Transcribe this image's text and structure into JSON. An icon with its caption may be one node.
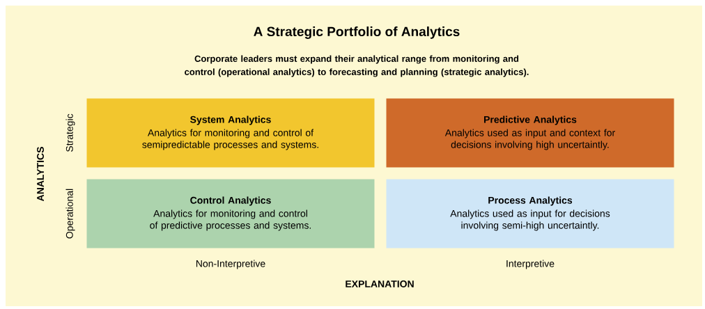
{
  "diagram": {
    "title": "A Strategic Portfolio of Analytics",
    "nodes": [
      {
        "text": [
          "System Analytics",
          "Analytics for monitoring and control of semipredictable processes and systems."
        ]
      },
      {
        "text": [
          "Predictive Analytics",
          "Analytics used as input and context for decisions involving high uncertaintly."
        ]
      },
      {
        "text": [
          "Control Analytics",
          "Analytics for monitoring and control of predictive processes and systems."
        ]
      },
      {
        "text": [
          "Process Analytics",
          "Analytics used as input for decisions involving semi-high uncertaintly."
        ]
      }
    ],
    "labels": [
      "Corporate leaders must expand their analytical range from monitoring and control (operational analytics) to forecasting and planning (strategic analytics).",
      "Strategic",
      "Operational",
      "ANALYTICS",
      "Non-Interpretive",
      "Interpretive",
      "EXPLANATION"
    ]
  }
}
